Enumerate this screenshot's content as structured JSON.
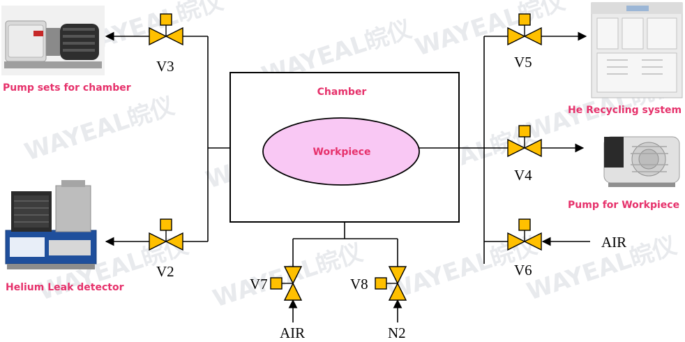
{
  "chamber": {
    "label": "Chamber"
  },
  "workpiece": {
    "label": "Workpiece"
  },
  "devices": {
    "pump_sets": {
      "label": "Pump sets for chamber"
    },
    "leak_detector": {
      "label": "Helium Leak detector"
    },
    "he_recycling": {
      "label": "He Recycling system"
    },
    "pump_workpiece": {
      "label": "Pump for Workpiece"
    }
  },
  "valves": {
    "v2": "V2",
    "v3": "V3",
    "v4": "V4",
    "v5": "V5",
    "v6": "V6",
    "v7": "V7",
    "v8": "V8"
  },
  "gases": {
    "air_right": "AIR",
    "air_bottom": "AIR",
    "n2": "N2"
  },
  "watermark": {
    "text": "WAYEAL皖仪"
  },
  "colors": {
    "valve": "#ffc000",
    "label": "#e6316b",
    "workpiece_fill": "#f9c8f4"
  }
}
